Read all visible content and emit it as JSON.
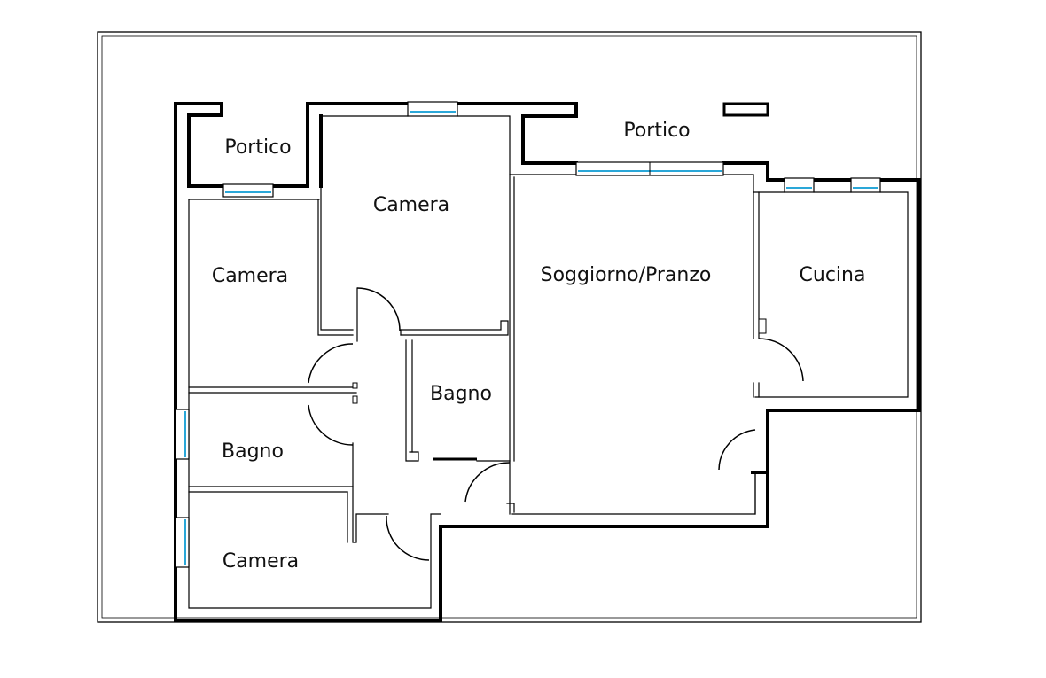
{
  "floorplan": {
    "rooms": [
      {
        "id": "portico-1",
        "label": "Portico"
      },
      {
        "id": "portico-2",
        "label": "Portico"
      },
      {
        "id": "camera-1",
        "label": "Camera"
      },
      {
        "id": "camera-2",
        "label": "Camera"
      },
      {
        "id": "camera-3",
        "label": "Camera"
      },
      {
        "id": "soggiorno",
        "label": "Soggiorno/Pranzo"
      },
      {
        "id": "cucina",
        "label": "Cucina"
      },
      {
        "id": "bagno-1",
        "label": "Bagno"
      },
      {
        "id": "bagno-2",
        "label": "Bagno"
      }
    ],
    "colors": {
      "wall": "#000000",
      "window_glass": "#2aa7d8",
      "background": "#ffffff"
    }
  }
}
